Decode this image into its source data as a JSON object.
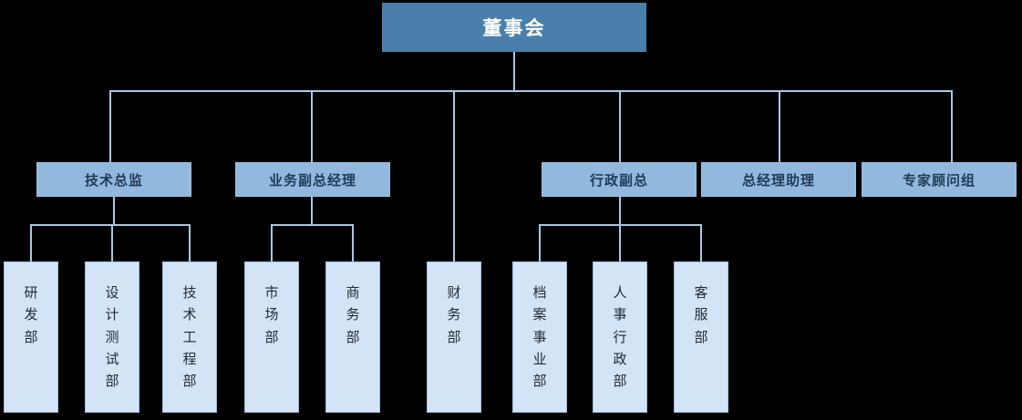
{
  "diagram": {
    "type": "org-chart",
    "title_node": "董事会",
    "background_color": "#000000",
    "colors": {
      "root_fill": "#4a7fab",
      "root_text": "#ffffff",
      "level2_fill": "#93b8dd",
      "level2_text": "#1f3b57",
      "leaf_fill": "#d4e4f7",
      "leaf_text": "#222a33",
      "connector": "#a9c7e4"
    },
    "root": {
      "label": "董事会"
    },
    "level2": [
      {
        "label": "技术总监"
      },
      {
        "label": "业务副总经理"
      },
      {
        "label": "行政副总"
      },
      {
        "label": "总经理助理"
      },
      {
        "label": "专家顾问组"
      }
    ],
    "leaves": [
      {
        "label": "研发部",
        "parent": "技术总监"
      },
      {
        "label": "设计测试部",
        "parent": "技术总监"
      },
      {
        "label": "技术工程部",
        "parent": "技术总监"
      },
      {
        "label": "市场部",
        "parent": "业务副总经理"
      },
      {
        "label": "商务部",
        "parent": "业务副总经理"
      },
      {
        "label": "财务部",
        "parent": "董事会"
      },
      {
        "label": "档案事业部",
        "parent": "行政副总"
      },
      {
        "label": "人事行政部",
        "parent": "行政副总"
      },
      {
        "label": "客服部",
        "parent": "行政副总"
      }
    ]
  }
}
